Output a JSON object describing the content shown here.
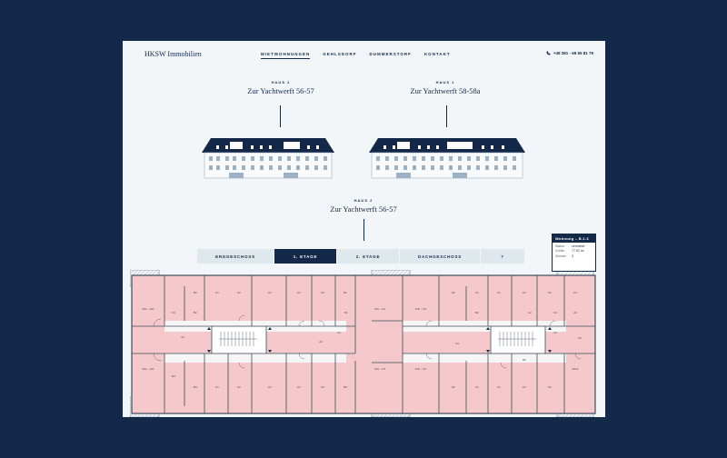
{
  "header": {
    "logo": "HKSW Immobilien",
    "nav": [
      "MIETWOHNUNGEN",
      "GEHLSDORF",
      "DUMMERSTORF",
      "KONTAKT"
    ],
    "phone": "+49 381 - 65 65 81 79"
  },
  "houses": [
    {
      "sup": "HAUS 2",
      "name": "Zur Yachtwerft 56-57"
    },
    {
      "sup": "HAUS 1",
      "name": "Zur Yachtwerft 58-58a"
    }
  ],
  "selected_house": {
    "sup": "HAUS 2",
    "name": "Zur Yachtwerft 56-57"
  },
  "floor_tabs": [
    "ERDGESCHOSS",
    "1. ETAGE",
    "2. ETAGE",
    "DACHGESCHOSS",
    "?"
  ],
  "tooltip": {
    "title": "Wohnung – B.1.3",
    "status_label": "Status",
    "status_value": "vermietet",
    "size_label": "Größe",
    "size_value": "77.02 m²",
    "rooms_label": "Zimmer",
    "rooms_value": "3"
  },
  "colors": {
    "navy": "#14284a",
    "apartment": "#f5c9cb",
    "background": "#f3f6f8"
  }
}
